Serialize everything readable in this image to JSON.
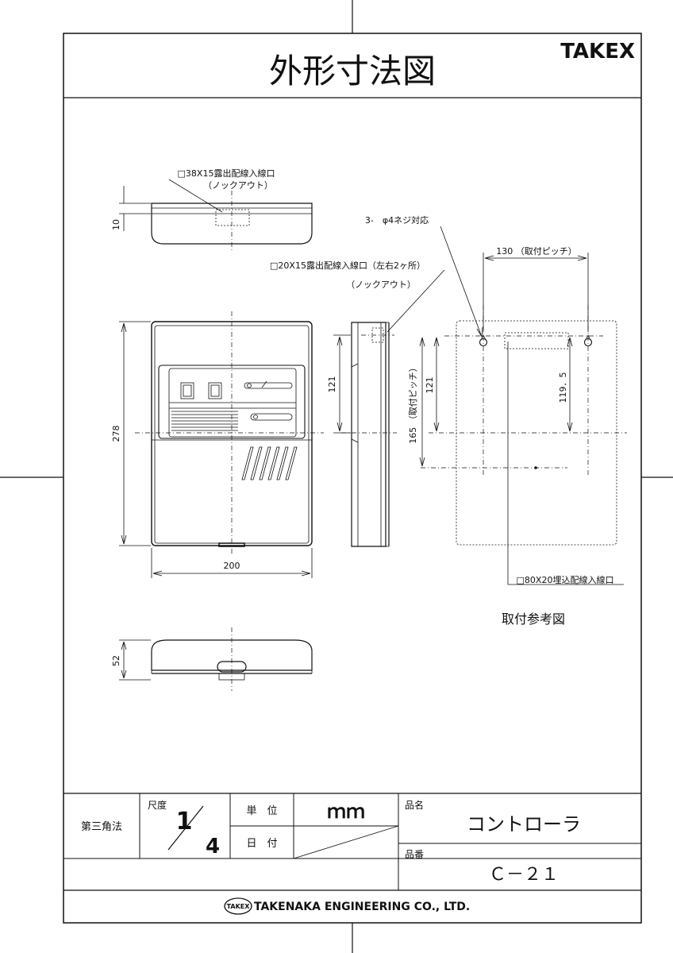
{
  "header": {
    "title": "外形寸法図",
    "brand": "TAKEX"
  },
  "drawing": {
    "label_top_knockout": "□38X15露出配線入線口",
    "label_top_knockout_sub": "（ノックアウト）",
    "label_side_knockout": "□20X15露出配線入線口（左右2ヶ所）",
    "label_side_knockout_sub": "（ノックアウト）",
    "label_screws": "3-　φ4ネジ対応",
    "label_pitch_130": "130 （取付ピッチ）",
    "label_embed": "□80X20埋込配線入線口",
    "caption_mount": "取付参考図",
    "dims": {
      "d10": "10",
      "d278": "278",
      "d200": "200",
      "d52": "52",
      "d121_side": "121",
      "d121_mount": "121",
      "d165": "165 （取付ピッチ）",
      "d119_5": "119．5"
    }
  },
  "titleblock": {
    "projection": "第三角法",
    "scale_label": "尺度",
    "scale_num": "1",
    "scale_den": "4",
    "unit_label": "単　位",
    "unit_value": "ｍｍ",
    "date_label": "日　付",
    "product_name_label": "品名",
    "product_name": "コントローラ",
    "product_no_label": "品番",
    "product_no": "Ｃ－２１",
    "company_logo": "TAKEX",
    "company": "TAKENAKA ENGINEERING CO., LTD."
  }
}
